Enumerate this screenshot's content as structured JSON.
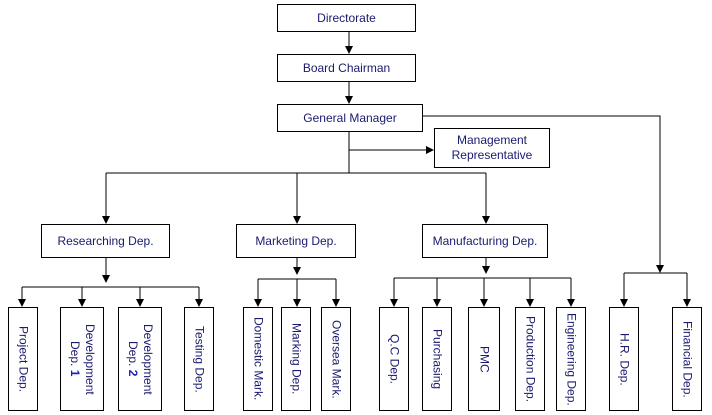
{
  "org_chart": {
    "top": {
      "directorate": "Directorate",
      "board_chairman": "Board Chairman",
      "general_manager": "General Manager",
      "management_representative": "Management\nRepresentative"
    },
    "departments": {
      "researching": "Researching Dep.",
      "marketing": "Marketing Dep.",
      "manufacturing": "Manufacturing Dep."
    },
    "units": {
      "project": "Project Dep.",
      "development1_text": "Development\nDep.",
      "development1_num": "1",
      "development2_text": "Development\nDep.",
      "development2_num": "2",
      "testing": "Testing Dep.",
      "domestic_mark": "Domestic Mark.",
      "marking": "Marking Dep.",
      "oversea_mark": "Oversea Mark.",
      "qc": "Q.C Dep.",
      "purchasing": "Purchasing",
      "pmc": "PMC",
      "production": "Production Dep.",
      "engineering": "Engineering Dep.",
      "hr": "H.R. Dep.",
      "financial": "Financial Dep."
    }
  }
}
